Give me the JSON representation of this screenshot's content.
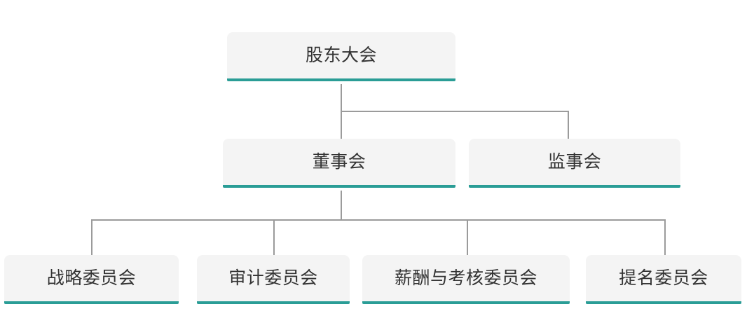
{
  "chart_data": {
    "type": "diagram",
    "title": "",
    "diagram_kind": "organizational-chart",
    "orientation": "top-down",
    "levels": 3,
    "colors": {
      "node_fill": "#f4f4f4",
      "node_accent": "#2a9d96",
      "connector": "#9b9b9b",
      "text": "#333333",
      "background": "#ffffff"
    },
    "nodes": [
      {
        "id": "shareholders",
        "label": "股东大会",
        "level": 1
      },
      {
        "id": "board-directors",
        "label": "董事会",
        "level": 2
      },
      {
        "id": "board-supervisors",
        "label": "监事会",
        "level": 2
      },
      {
        "id": "strategy-committee",
        "label": "战略委员会",
        "level": 3
      },
      {
        "id": "audit-committee",
        "label": "审计委员会",
        "level": 3
      },
      {
        "id": "remuneration-committee",
        "label": "薪酬与考核委员会",
        "level": 3
      },
      {
        "id": "nomination-committee",
        "label": "提名委员会",
        "level": 3
      }
    ],
    "edges": [
      {
        "from": "shareholders",
        "to": "board-directors"
      },
      {
        "from": "shareholders",
        "to": "board-supervisors"
      },
      {
        "from": "board-directors",
        "to": "strategy-committee"
      },
      {
        "from": "board-directors",
        "to": "audit-committee"
      },
      {
        "from": "board-directors",
        "to": "remuneration-committee"
      },
      {
        "from": "board-directors",
        "to": "nomination-committee"
      }
    ]
  },
  "nodes": {
    "shareholders": {
      "label": "股东大会"
    },
    "board_directors": {
      "label": "董事会"
    },
    "board_supervisors": {
      "label": "监事会"
    },
    "strategy": {
      "label": "战略委员会"
    },
    "audit": {
      "label": "审计委员会"
    },
    "remuneration": {
      "label": "薪酬与考核委员会"
    },
    "nomination": {
      "label": "提名委员会"
    }
  }
}
